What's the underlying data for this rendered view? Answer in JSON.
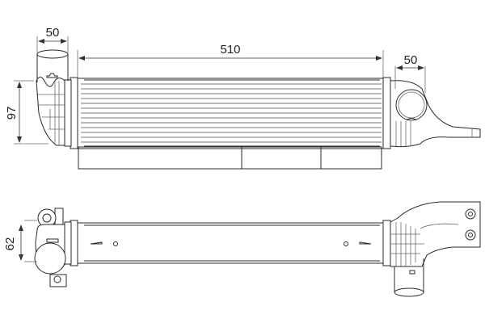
{
  "drawing": {
    "subject": "intercooler",
    "views": [
      "top-view",
      "side-view"
    ],
    "line_color": "#2a2a2a",
    "background": "#ffffff"
  },
  "dimensions": {
    "inlet_width_left": "50",
    "core_length": "510",
    "outlet_width_right": "50",
    "core_height": "97",
    "core_depth": "62"
  }
}
